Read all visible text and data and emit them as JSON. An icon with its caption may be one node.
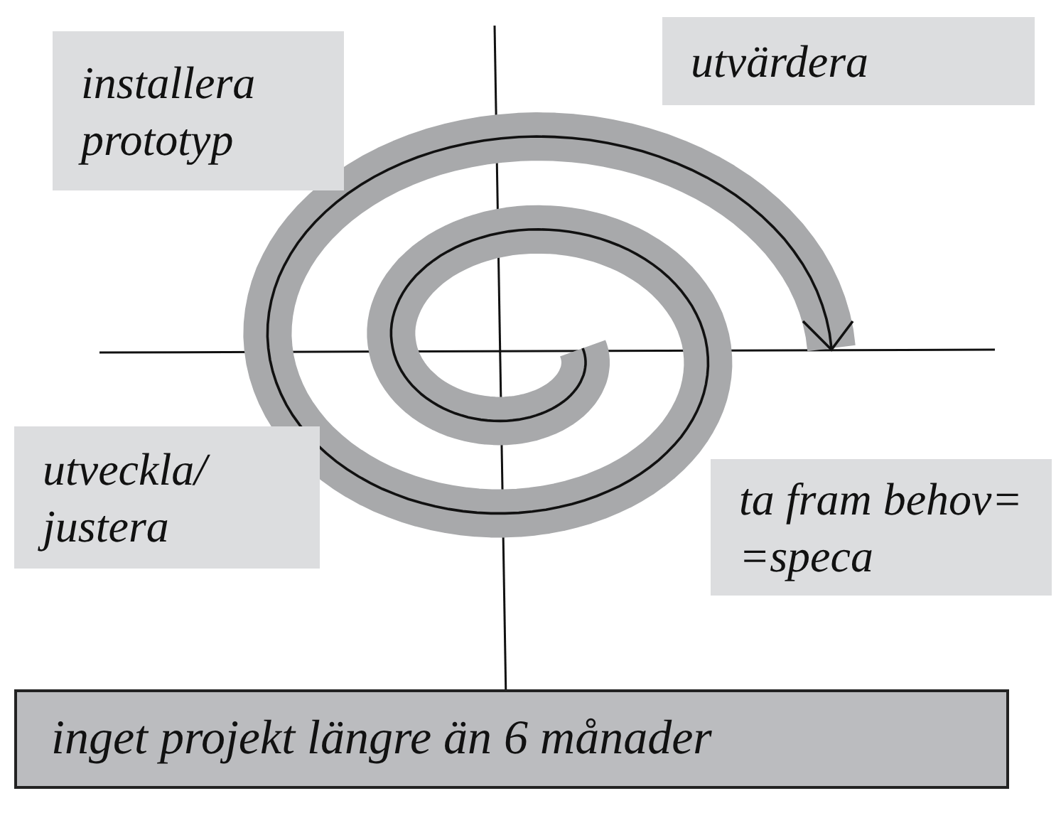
{
  "diagram": {
    "nodes": [
      {
        "text": [
          "installera prototyp"
        ]
      },
      {
        "text": [
          "utvärdera"
        ]
      },
      {
        "text": [
          "utveckla/ justera"
        ]
      },
      {
        "text": [
          "ta fram behov= =speca"
        ]
      },
      {
        "text": [
          "inget projekt längre än 6 månader"
        ]
      }
    ]
  }
}
